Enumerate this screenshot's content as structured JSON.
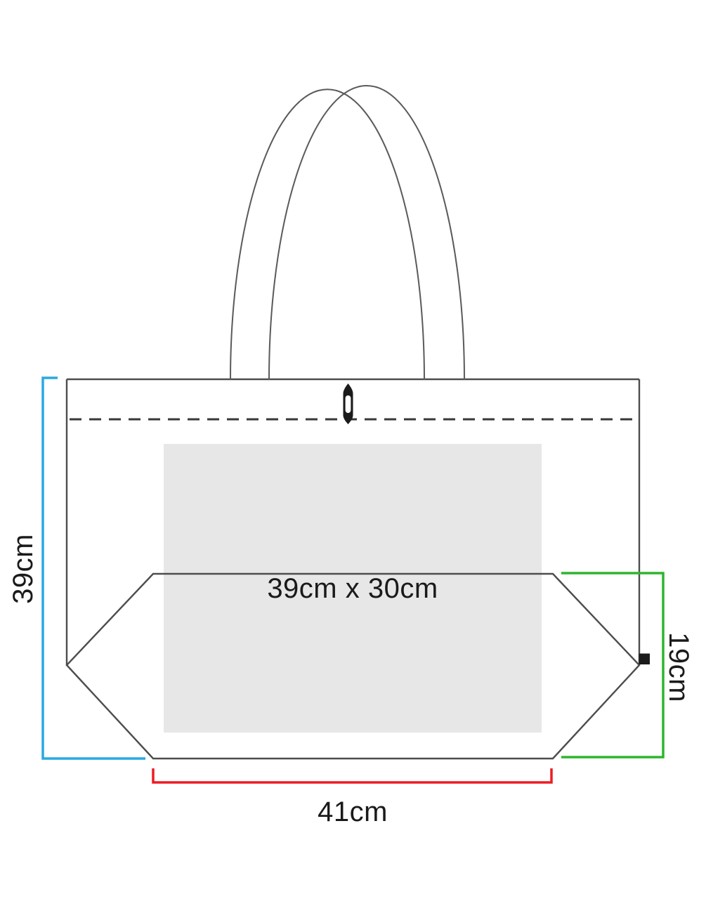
{
  "diagram": {
    "dimensions": {
      "height": {
        "label": "39cm"
      },
      "width": {
        "label": "41cm"
      },
      "depth": {
        "label": "19cm"
      },
      "print_area": {
        "label": "39cm x 30cm"
      }
    },
    "colors": {
      "height_bracket": "#29a9e2",
      "width_bracket": "#ed1c24",
      "depth_bracket": "#2eb62e",
      "print_area_fill": "#e7e7e7",
      "outline": "#4d4d4d",
      "handle_line": "#5a5a5a",
      "stitch_line": "#383838",
      "hardware": "#1b1b1b",
      "label_text": "#1a1a1a",
      "background": "#ffffff"
    }
  }
}
